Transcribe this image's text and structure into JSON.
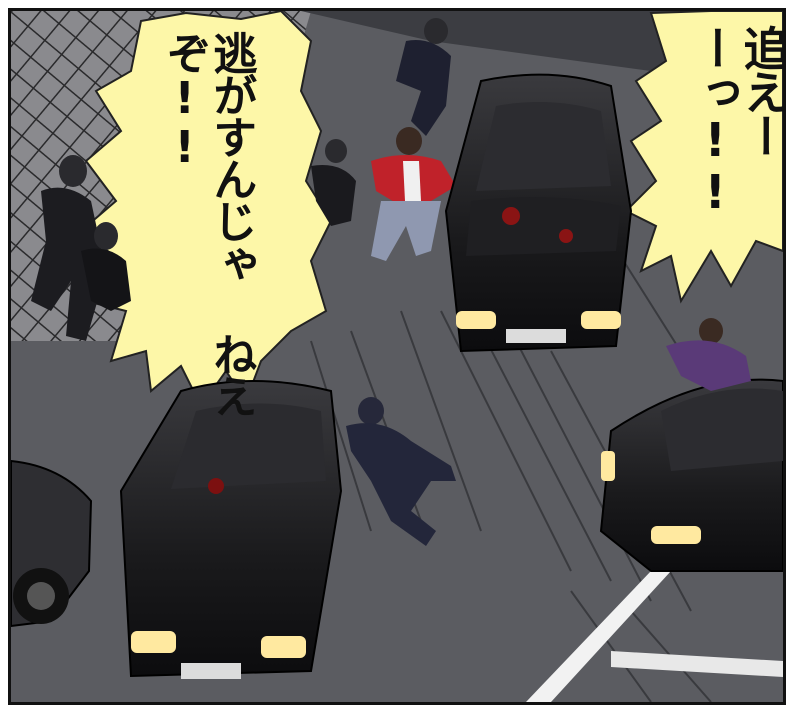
{
  "panel": {
    "speech_left_lines": [
      "逃がすんじゃ",
      "ねえぞ!!"
    ],
    "speech_right_lines": [
      "追えー",
      "ーっ!!"
    ],
    "colors": {
      "road": "#55565b",
      "bubble": "#fdf7a8",
      "car": "#1a1a1c",
      "headlight": "#ffe9a0",
      "jacket": "#c0222a",
      "purple_shirt": "#5a3a78"
    }
  }
}
